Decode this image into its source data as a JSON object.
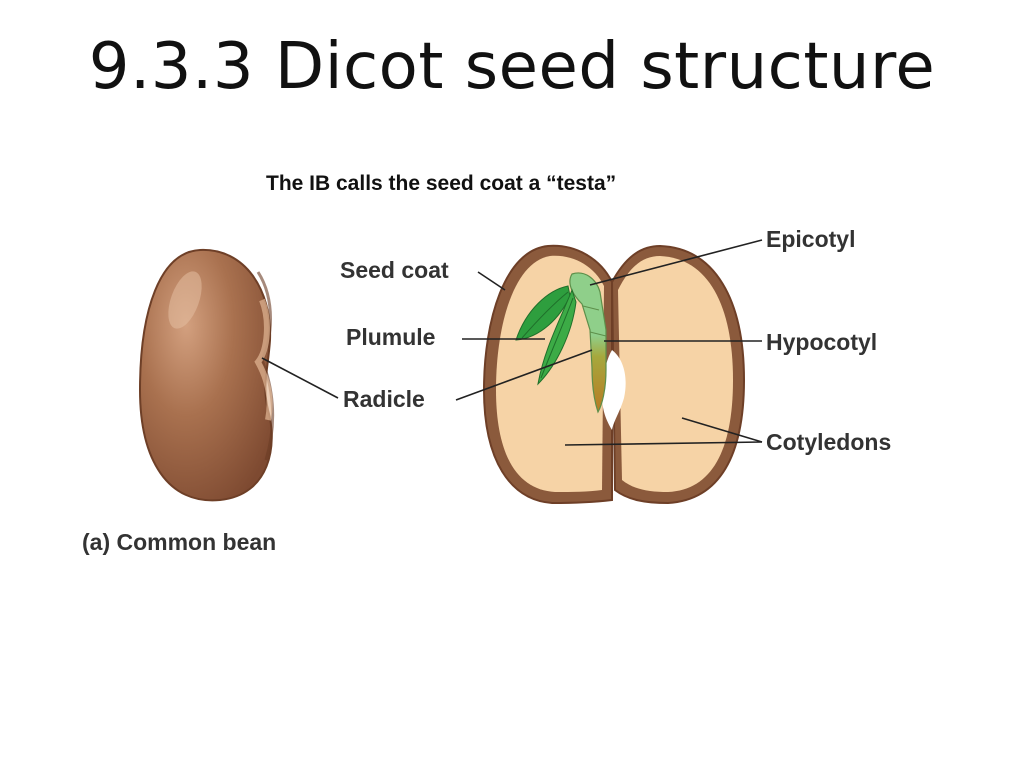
{
  "slide": {
    "title": "9.3.3 Dicot seed structure",
    "subtitle": "The IB calls the seed coat a “testa”"
  },
  "diagram": {
    "caption": "(a) Common bean",
    "labels": {
      "seed_coat": "Seed coat",
      "plumule": "Plumule",
      "radicle": "Radicle",
      "epicotyl": "Epicotyl",
      "hypocotyl": "Hypocotyl",
      "cotyledons": "Cotyledons"
    },
    "colors": {
      "seed_coat_brown": "#8b5a3c",
      "cotyledon_tan": "#f6d3a6",
      "plumule_green": "#2e9e3e",
      "epicotyl_green": "#8fcf8a"
    }
  }
}
